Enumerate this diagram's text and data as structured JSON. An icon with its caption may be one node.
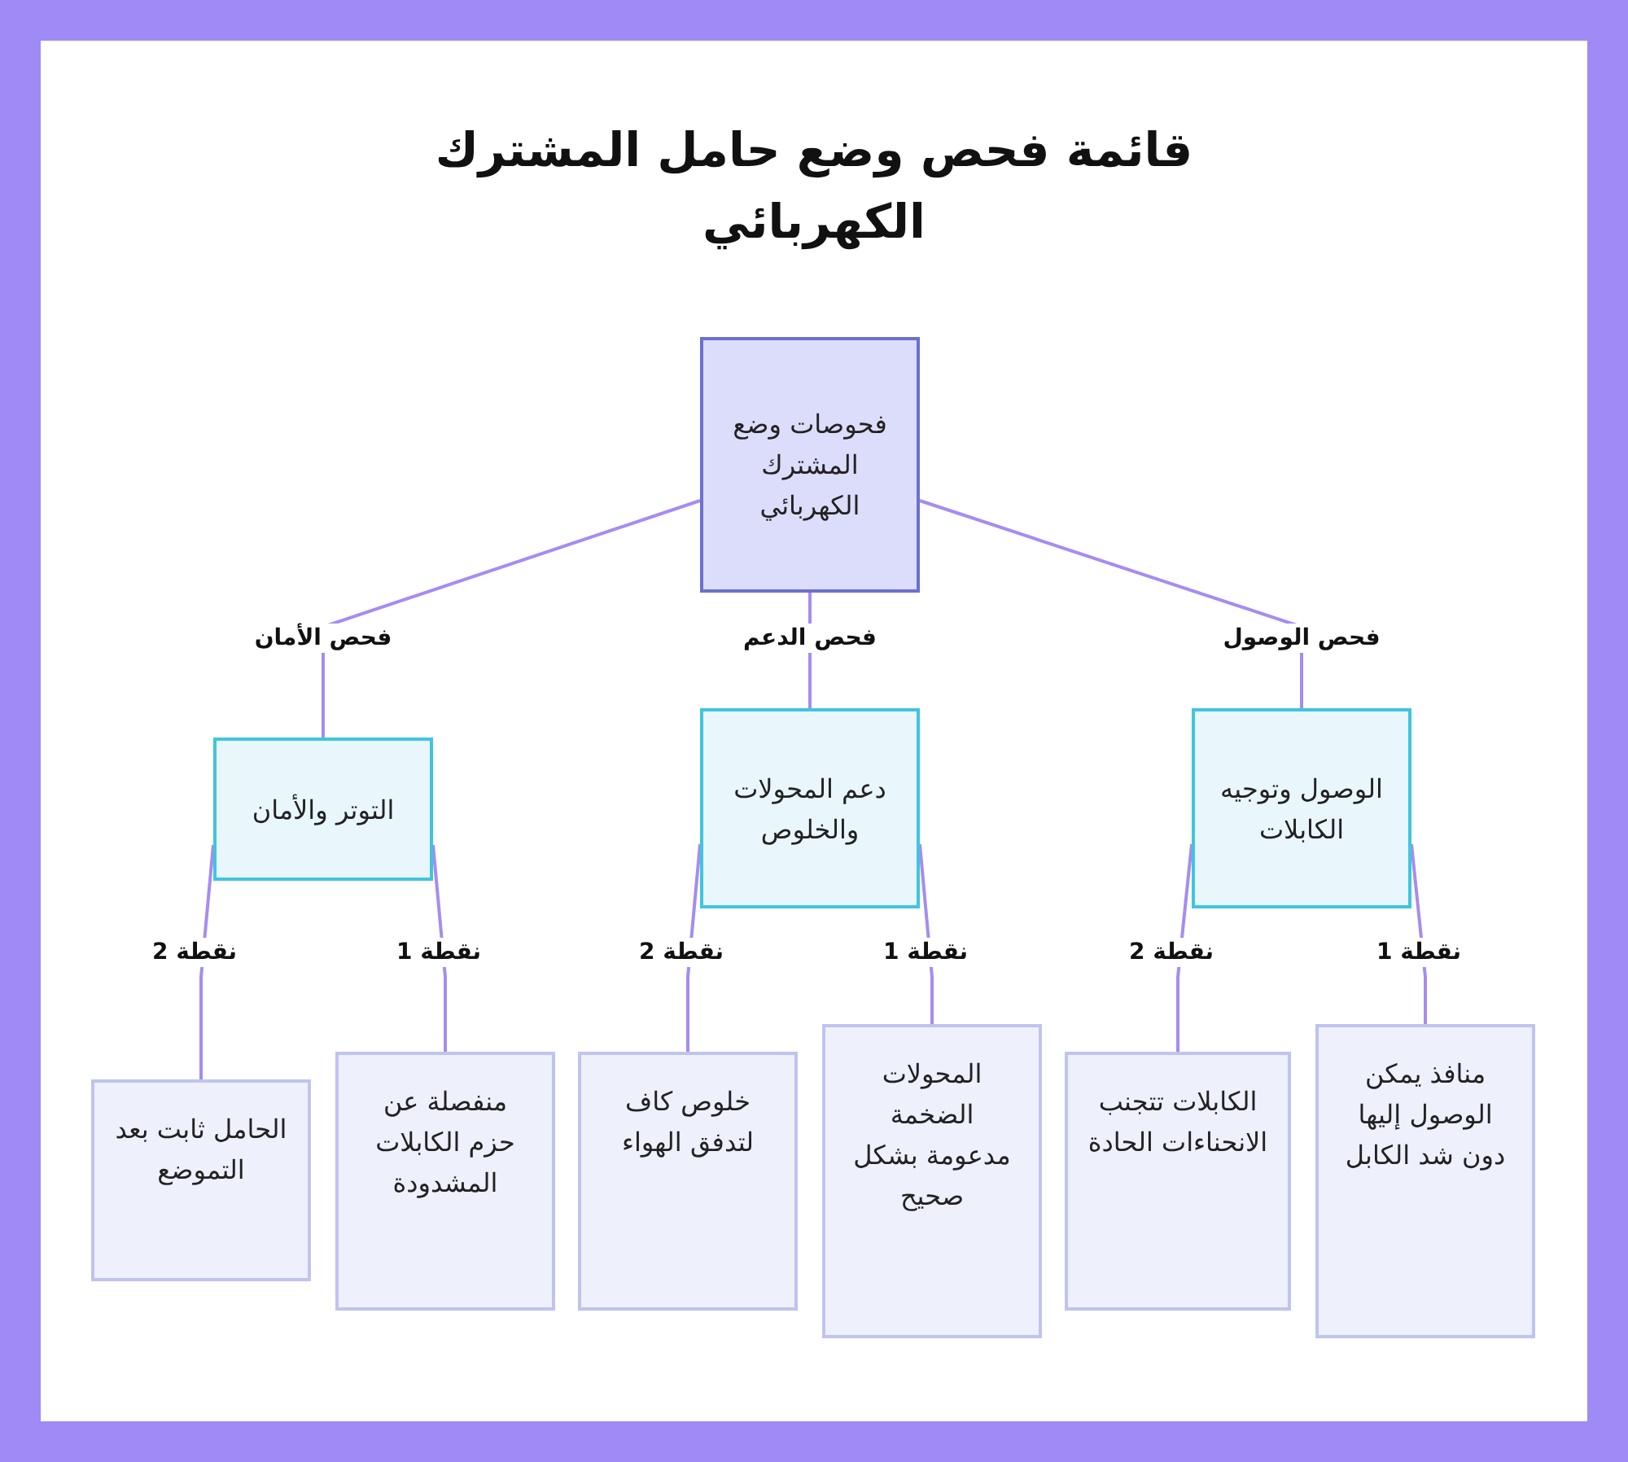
{
  "diagram": {
    "title": "قائمة فحص وضع حامل المشترك الكهربائي",
    "nodes": [
      {
        "text": [
          "فحوصات وضع المشترك الكهربائي"
        ]
      },
      {
        "text": [
          "التوتر والأمان"
        ]
      },
      {
        "text": [
          "دعم المحولات والخلوص"
        ]
      },
      {
        "text": [
          "الوصول وتوجيه الكابلات"
        ]
      },
      {
        "text": [
          "الحامل ثابت بعد التموضع"
        ]
      },
      {
        "text": [
          "منفصلة عن حزم الكابلات المشدودة"
        ]
      },
      {
        "text": [
          "خلوص كاف لتدفق الهواء"
        ]
      },
      {
        "text": [
          "المحولات الضخمة مدعومة بشكل صحيح"
        ]
      },
      {
        "text": [
          "الكابلات تتجنب الانحناءات الحادة"
        ]
      },
      {
        "text": [
          "منافذ يمكن الوصول إليها دون شد الكابل"
        ]
      }
    ],
    "edges": [
      {
        "from": 0,
        "to": 1,
        "arrow": "none",
        "label": "فحص الأمان"
      },
      {
        "from": 0,
        "to": 2,
        "arrow": "none",
        "label": "فحص الدعم"
      },
      {
        "from": 0,
        "to": 3,
        "arrow": "none",
        "label": "فحص الوصول"
      },
      {
        "from": 1,
        "to": 4,
        "arrow": "none",
        "label": "نقطة 2"
      },
      {
        "from": 1,
        "to": 5,
        "arrow": "none",
        "label": "نقطة 1"
      },
      {
        "from": 2,
        "to": 6,
        "arrow": "none",
        "label": "نقطة 2"
      },
      {
        "from": 2,
        "to": 7,
        "arrow": "none",
        "label": "نقطة 1"
      },
      {
        "from": 3,
        "to": 8,
        "arrow": "none",
        "label": "نقطة 2"
      },
      {
        "from": 3,
        "to": 9,
        "arrow": "none",
        "label": "نقطة 1"
      }
    ]
  }
}
